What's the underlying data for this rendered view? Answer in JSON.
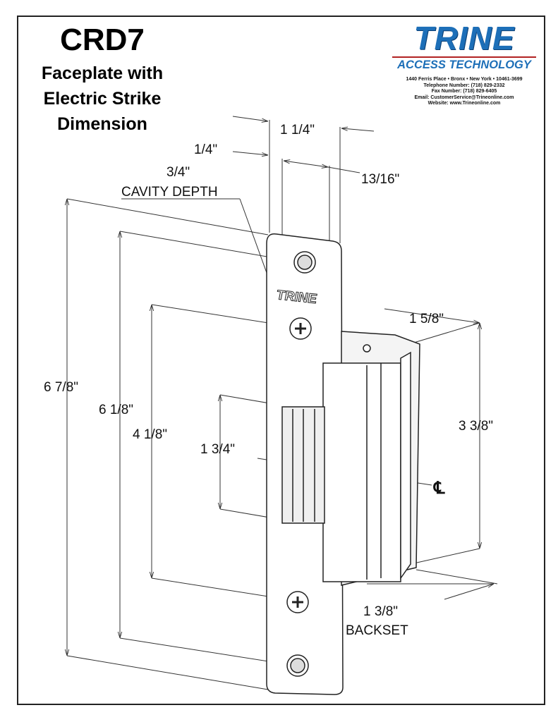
{
  "title": {
    "model": "CRD7",
    "subtitle_lines": [
      "Faceplate with",
      "Electric Strike",
      "Dimension"
    ]
  },
  "logo": {
    "brand": "TRINE",
    "tagline": "ACCESS TECHNOLOGY",
    "address": "1440 Ferris Place • Bronx • New York • 10461-3699",
    "telephone": "Telephone Number: (718) 829-2332",
    "fax": "Fax Number: (718) 829-6405",
    "email": "Email: CustomerService@Trineonline.com",
    "website": "Website: www.Trineonline.com"
  },
  "dimensions": {
    "width_total": "1 1/4\"",
    "lip": "1/4\"",
    "faceplate_depth": "13/16\"",
    "cavity_depth_value": "3/4\"",
    "cavity_depth_label": "CAVITY DEPTH",
    "overall_height": "6 7/8\"",
    "hole_spacing": "6 1/8\"",
    "screw_spacing": "4 1/8\"",
    "keeper_opening": "1 3/4\"",
    "body_depth": "1 5/8\"",
    "body_height": "3 3/8\"",
    "backset_value": "1 3/8\"",
    "backset_label": "BACKSET",
    "centerline_symbol": "℄"
  },
  "faceplate_engraving": "TRINE"
}
